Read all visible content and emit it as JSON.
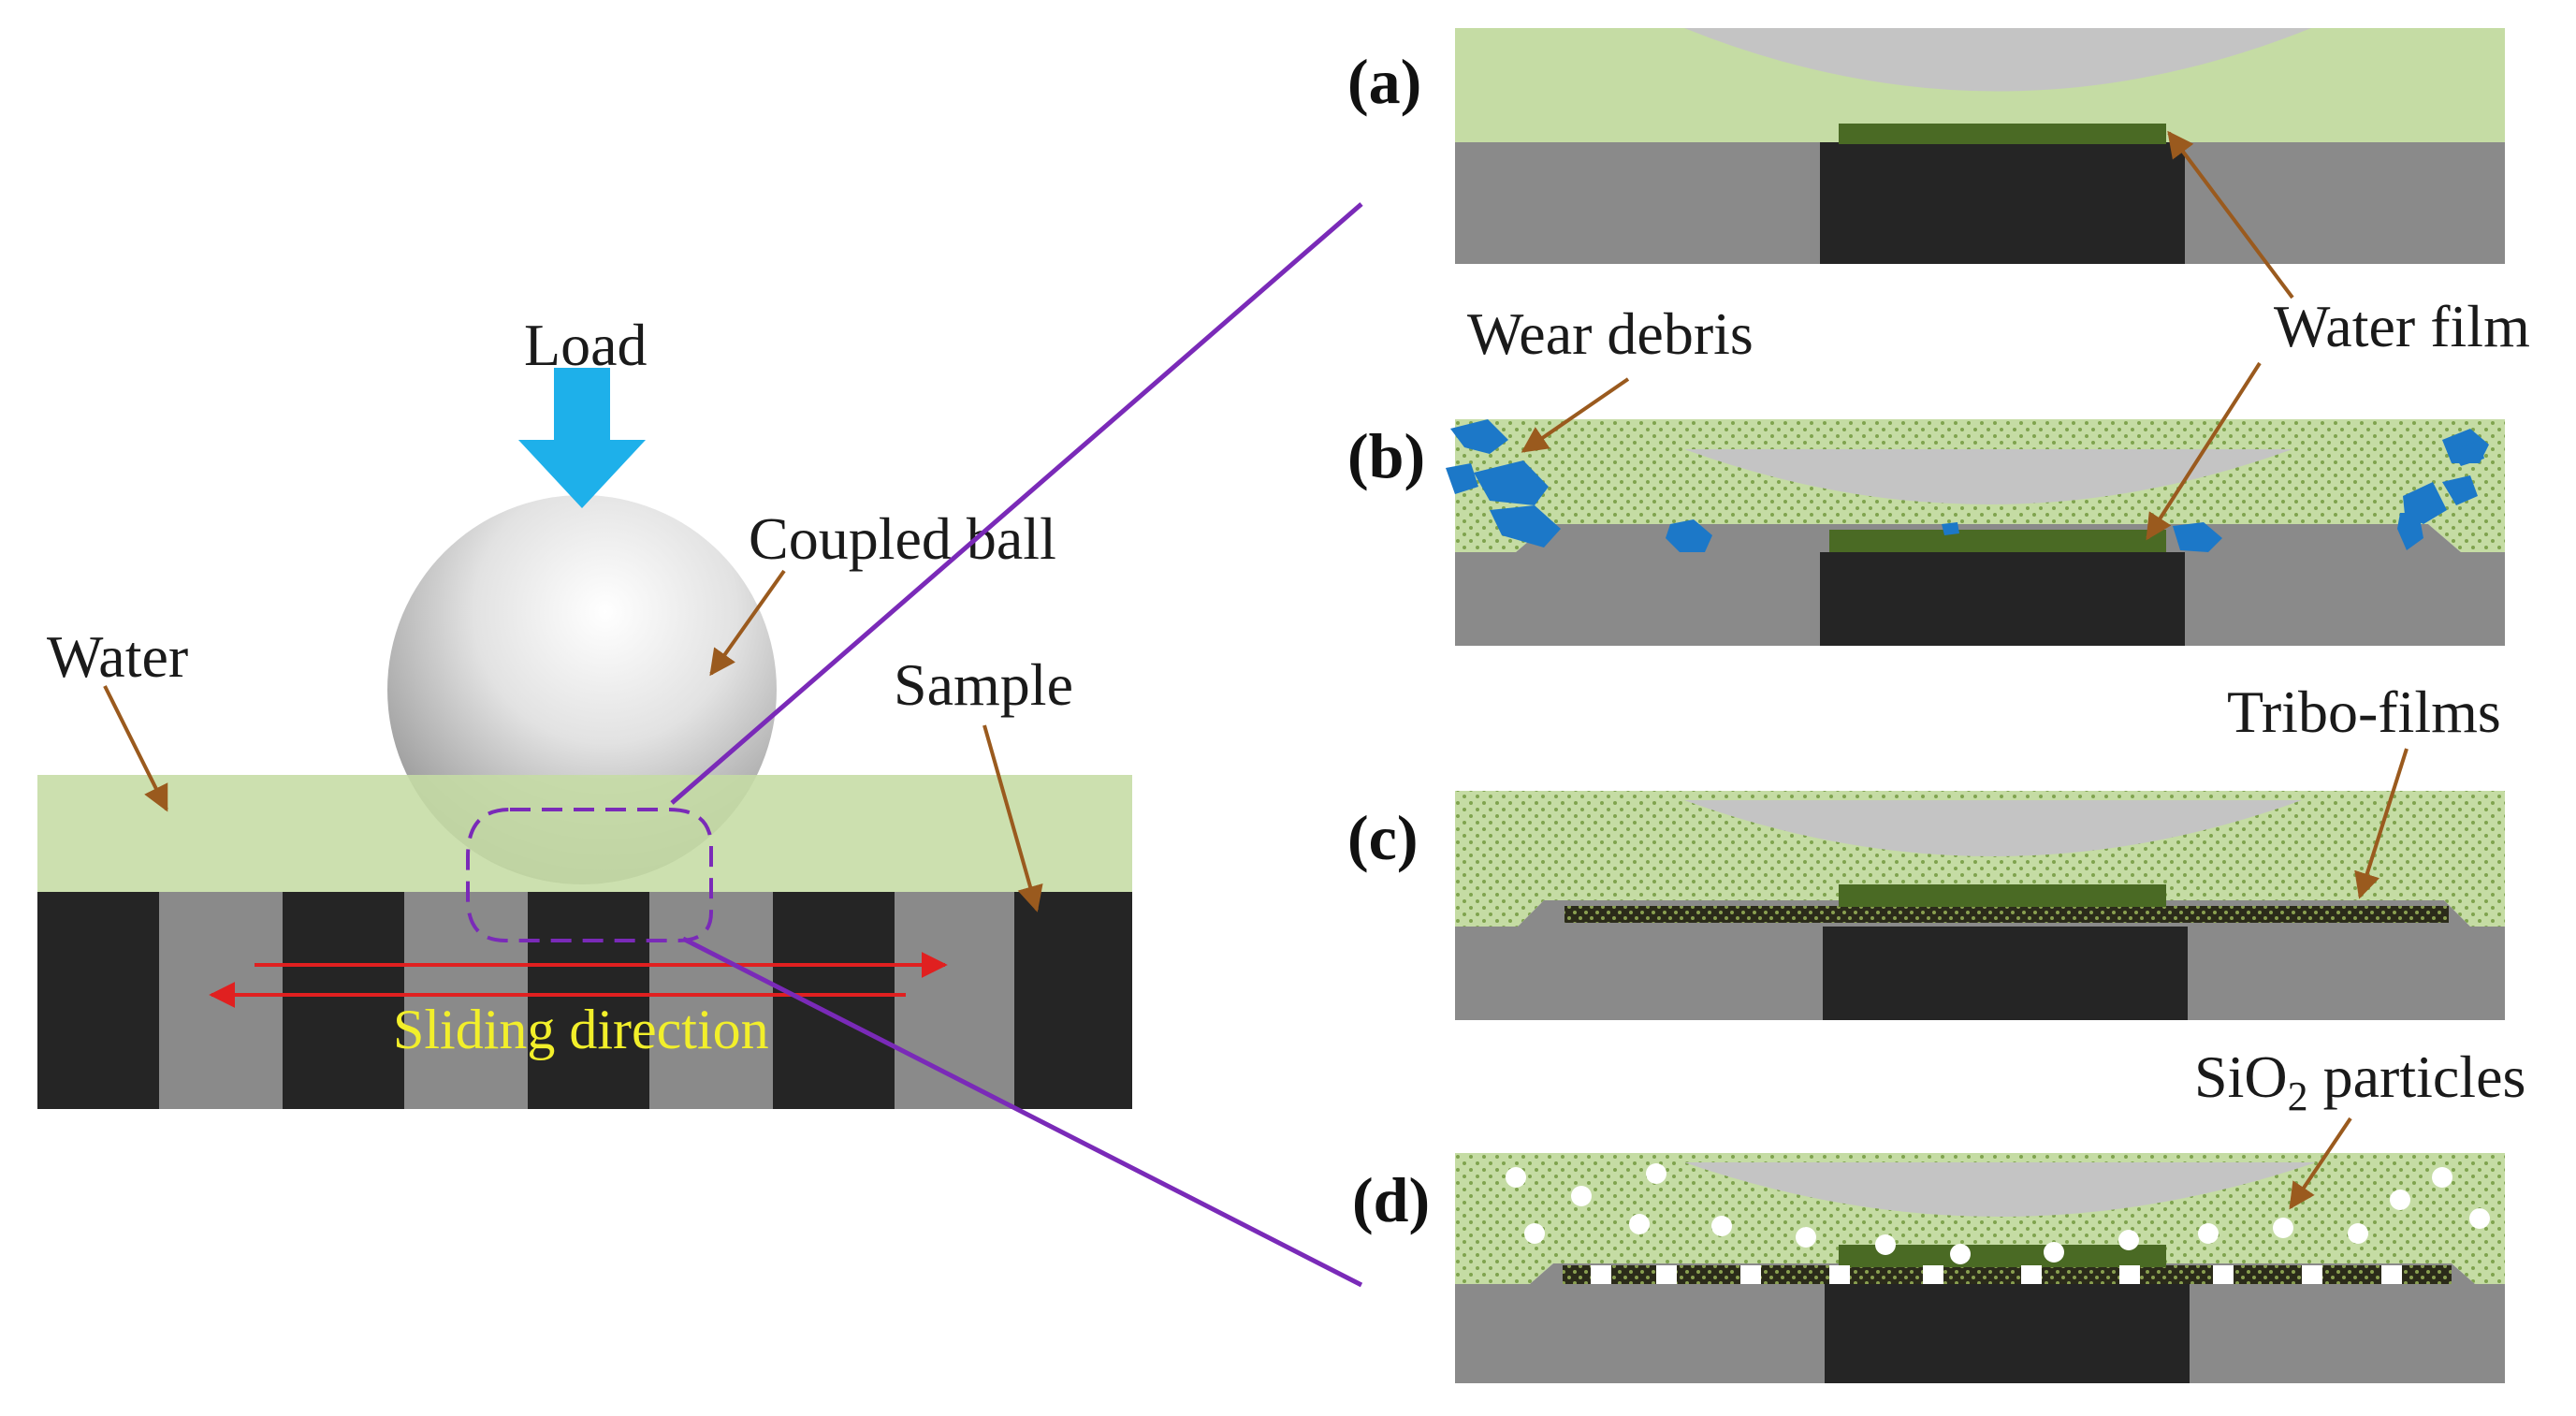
{
  "labels": {
    "load": "Load",
    "coupled_ball": "Coupled ball",
    "water": "Water",
    "sample": "Sample",
    "sliding_direction": "Sliding  direction",
    "water_film": "Water film",
    "wear_debris": "Wear debris",
    "tribo_films": "Tribo-films",
    "sio2_main": "SiO",
    "sio2_sub": "2",
    "sio2_rest": " particles"
  },
  "panels": [
    "(a)",
    "(b)",
    "(c)",
    "(d)"
  ],
  "colors": {
    "water": "#c5dca4",
    "sample_dark": "#252525",
    "sample_light": "#8a8a8a",
    "ball": "#c4c4c4",
    "water_film": "#4a6a24",
    "debris": "#1c78c8",
    "arrow_load": "#1eb0ea",
    "pointer": "#9a5a1e",
    "zoom_line": "#7a2ab8",
    "sliding_arrow": "#e02020",
    "sliding_text": "#f2ef2a"
  }
}
